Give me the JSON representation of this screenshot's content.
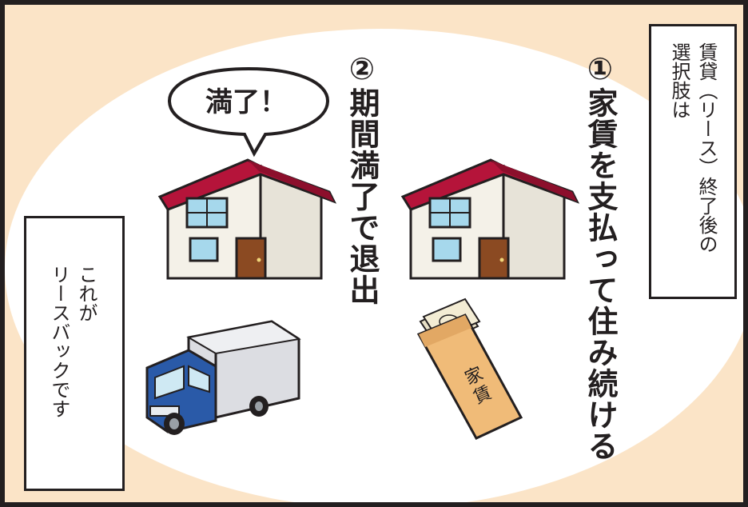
{
  "caption_top": {
    "text_col1": "賃貸（リース）終了後の",
    "text_col2": "選択肢は"
  },
  "option1": {
    "text": "①家賃を支払って住み続ける"
  },
  "option2": {
    "text": "②期間満了で退出"
  },
  "speech_bubble": {
    "text": "満了！"
  },
  "envelope": {
    "label": "家賃"
  },
  "caption_bottom": {
    "text_col1": "これが",
    "text_col2": "リースバックです"
  },
  "colors": {
    "background": "#fbe4c7",
    "roof": "#b5143a",
    "door": "#8b4a22",
    "window": "#a6d8ec",
    "truck_cab": "#2a5aa8",
    "envelope": "#f0bb78",
    "ink": "#231f20"
  }
}
